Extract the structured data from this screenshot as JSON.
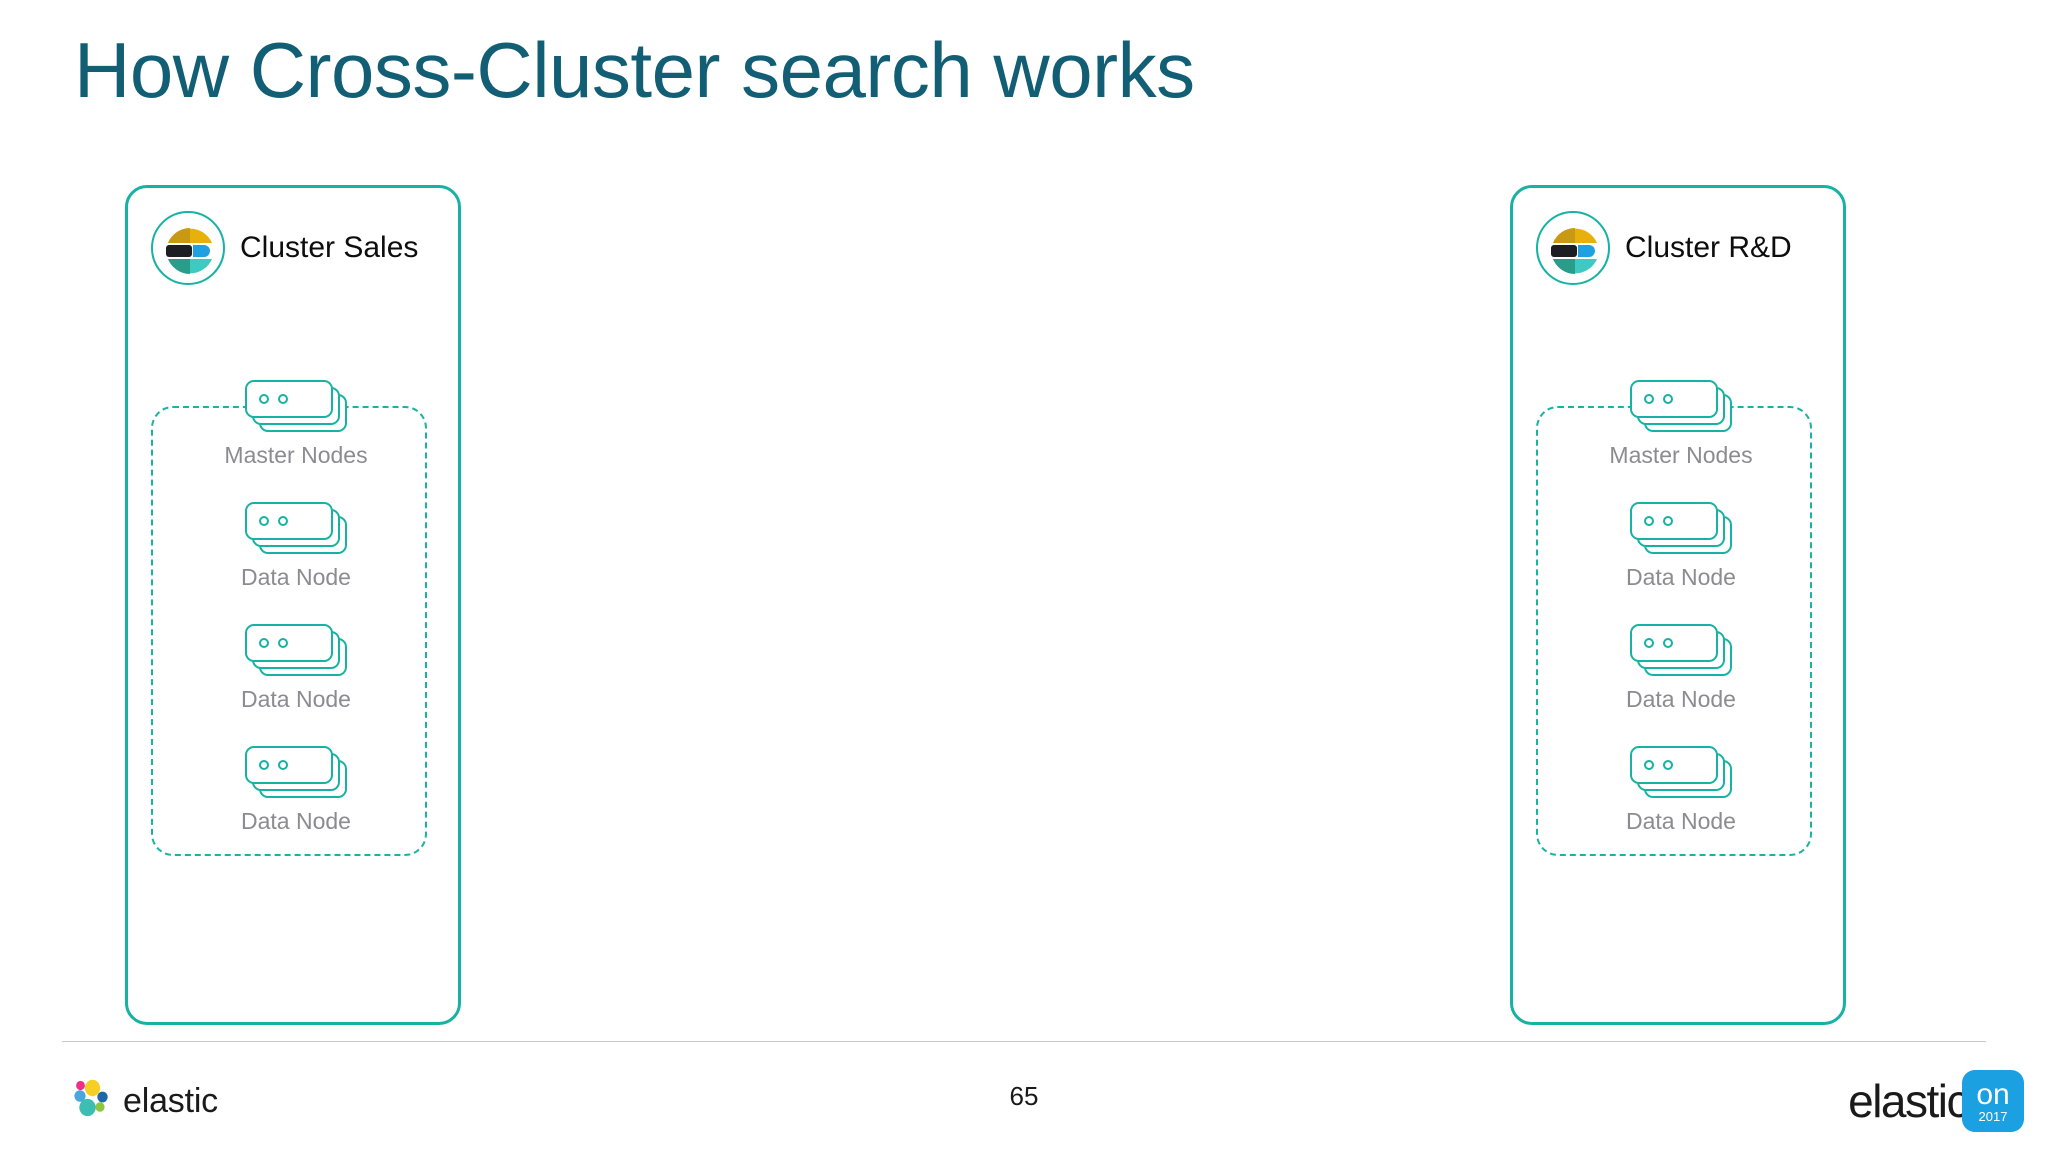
{
  "slide": {
    "title": "How Cross-Cluster search works",
    "page_number": "65",
    "title_color": "#125e74",
    "accent_color": "#17b2a3",
    "label_color": "#8b8b91",
    "background": "#ffffff"
  },
  "clusters": [
    {
      "name": "Cluster Sales",
      "logo_icon": "elastic-logo-icon",
      "nodes": [
        {
          "label": "Master Nodes",
          "icon": "node-stack-icon"
        },
        {
          "label": "Data Node",
          "icon": "node-stack-icon"
        },
        {
          "label": "Data Node",
          "icon": "node-stack-icon"
        },
        {
          "label": "Data Node",
          "icon": "node-stack-icon"
        }
      ]
    },
    {
      "name": "Cluster R&D",
      "logo_icon": "elastic-logo-icon",
      "nodes": [
        {
          "label": "Master Nodes",
          "icon": "node-stack-icon"
        },
        {
          "label": "Data Node",
          "icon": "node-stack-icon"
        },
        {
          "label": "Data Node",
          "icon": "node-stack-icon"
        },
        {
          "label": "Data Node",
          "icon": "node-stack-icon"
        }
      ]
    }
  ],
  "footer": {
    "brand": "elastic",
    "event_brand": "elastic",
    "event_badge_text": "on",
    "event_badge_year": "2017",
    "badge_color": "#1ba0e1"
  }
}
